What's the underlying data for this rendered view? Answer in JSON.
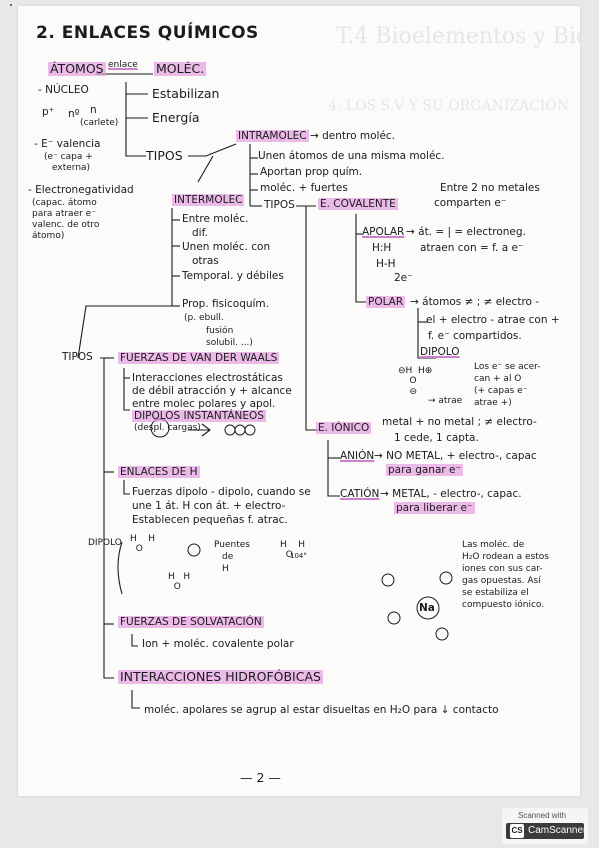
{
  "bleed": {
    "a": "T.4 Bioelementos y Biomoléculas",
    "b": "4. LOS S.V Y SU ORGANIZACIÓN"
  },
  "title": "2. ENLACES QUÍMICOS",
  "top": {
    "atomos": "ÁTOMOS",
    "enlace": "enlace",
    "molec": "MOLÉC.",
    "estabilizan": "Estabilizan",
    "energia": "Energía",
    "tipos": "TIPOS"
  },
  "atom_notes": {
    "nucleo": "- NÚCLEO",
    "p": "p⁺",
    "no": "nº",
    "n": "n",
    "carlet": "(carlete)",
    "e1": "- E⁻ valencia",
    "e2": "(e⁻ capa +",
    "e3": "externa)",
    "el1": "- Electronegatividad",
    "el2": "(capac. átomo",
    "el3": "para atraer e⁻",
    "el4": "valenc. de otro",
    "el5": "átomo)"
  },
  "intra": {
    "head": "INTRAMOLEC",
    "def": "→ dentro moléc.",
    "i1": "Unen átomos de una misma moléc.",
    "i2": "Aportan prop quím.",
    "i3": "moléc. + fuertes",
    "tipos": "TIPOS"
  },
  "covalente": {
    "head": "E. COVALENTE",
    "share1": "Entre 2 no metales",
    "share2": "comparten e⁻",
    "apolar": "APOLAR",
    "ap1": "→ át. = | = electroneg.",
    "ap2": "atraen con = f. a e⁻",
    "hh": "H:H",
    "hh2": "H-H",
    "e2": "2e⁻",
    "polar": "POLAR",
    "po1": "→ átomos ≠ ; ≠ electro -",
    "po2": "el + electro - atrae con +",
    "po3": "f. e⁻ compartidos.",
    "dipolo": "DIPOLO",
    "d1": "Los e⁻ se acer-",
    "d2": "can + al O",
    "d3": "(+ capas e⁻",
    "d4": "atrae +)",
    "atrae": "→ atrae"
  },
  "inter": {
    "head": "INTERMOLEC",
    "i1": "Entre moléc.",
    "i1b": "dif.",
    "i2": "Unen moléc. con",
    "i2b": "otras",
    "i3": "Temporal. y débiles",
    "i4": "Prop. fisicoquím.",
    "i5": "(p. ebull.",
    "i6": "fusión",
    "i7": "solubil. ...)"
  },
  "ionico": {
    "head": "E. IÓNICO",
    "c1": "metal + no metal ; ≠ electro-",
    "c2": "1 cede, 1 capta.",
    "anion": "ANIÓN",
    "an1": "→ NO METAL, + electro-, capac",
    "an2": "para ganar e⁻",
    "cation": "CATIÓN",
    "ca1": "→ METAL, - electro-, capac.",
    "ca2": "para liberar e⁻",
    "n1": "Las moléc. de",
    "n2": "H₂O rodean a estos",
    "n3": "iones con sus car-",
    "n4": "gas opuestas. Así",
    "n5": "se estabiliza el",
    "n6": "compuesto iónico.",
    "na": "Na"
  },
  "tipos_left": "TIPOS",
  "vdw": {
    "head": "FUERZAS DE VAN DER WAALS",
    "l1": "Interacciones electrostáticas",
    "l2": "de débil atracción y + alcance",
    "l3": "entre molec polares y apol.",
    "l4": "DIPOLOS INSTANTÁNEOS",
    "l5": "(despl. cargas)"
  },
  "hbond": {
    "head": "ENLACES DE H",
    "l1": "Fuerzas dipolo - dipolo, cuando se",
    "l2": "une 1 át. H con át. + electro-",
    "l3": "Establecen pequeñas f. atrac.",
    "dipolo": "DIPOLO",
    "puentes1": "Puentes",
    "puentes2": "de",
    "puentes3": "H",
    "angle": "104°"
  },
  "solv": {
    "head": "FUERZAS DE SOLVATACIÓN",
    "l1": "Ion + moléc. covalente polar"
  },
  "hidro": {
    "head": "INTERACCIONES HIDROFÓBICAS",
    "l1": "moléc. apolares se agrup al estar disueltas en H₂O para ↓ contacto"
  },
  "page_num": "— 2 —",
  "scanner": {
    "line1": "Scanned with",
    "line2": "CamScanner",
    "logo": "CS"
  }
}
